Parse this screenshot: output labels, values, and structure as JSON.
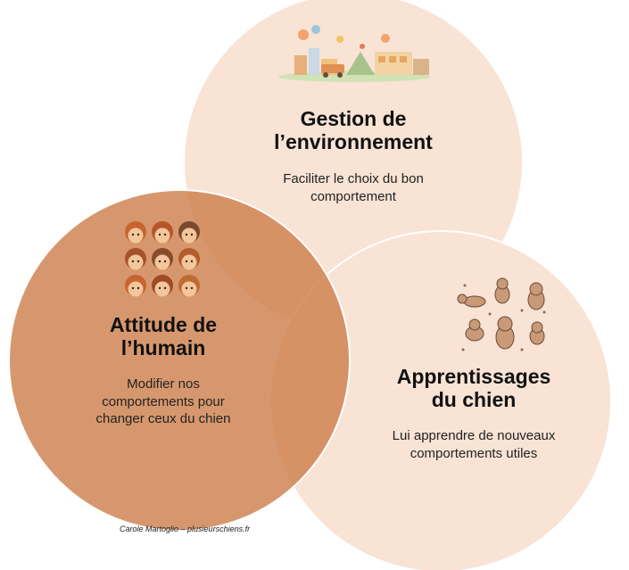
{
  "colors": {
    "env_circle": "#f8e3d5",
    "dog_circle": "#f8e3d5",
    "human_circle": "#d9956a",
    "circle_stroke": "#ffffff"
  },
  "circles": {
    "environment": {
      "title_line1": "Gestion de",
      "title_line2": "l’environnement",
      "desc_line1": "Faciliter le choix du bon",
      "desc_line2": "comportement",
      "icon": "city-travel-illustration-icon"
    },
    "dog": {
      "title_line1": "Apprentissages",
      "title_line2": "du chien",
      "desc_line1": "Lui apprendre de nouveaux",
      "desc_line2": "comportements utiles",
      "icon": "dogs-illustration-icon"
    },
    "human": {
      "title_line1": "Attitude de",
      "title_line2": "l’humain",
      "desc_line1": "Modifier nos",
      "desc_line2": "comportements pour",
      "desc_line3": "changer ceux du chien",
      "icon": "faces-grid-icon"
    }
  },
  "credit": {
    "author": "Carole Martoglio",
    "separator": " – ",
    "site": "plusieurschiens.fr"
  }
}
